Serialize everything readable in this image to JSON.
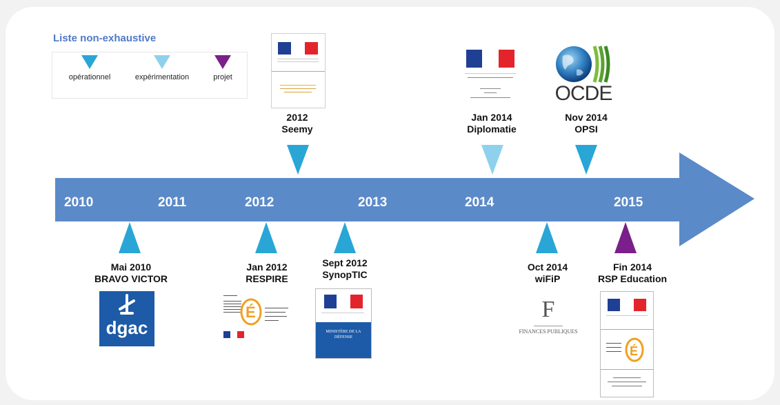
{
  "legend": {
    "title": "Liste non-exhaustive",
    "items": [
      {
        "label": "opérationnel",
        "color": "#29a6d6"
      },
      {
        "label": "expérimentation",
        "color": "#8ed1ec"
      },
      {
        "label": "projet",
        "color": "#7b1f8a"
      }
    ]
  },
  "timeline": {
    "arrow_color": "#5b8ac9",
    "years": [
      "2010",
      "2011",
      "2012",
      "2013",
      "2014",
      "2015"
    ]
  },
  "events_above": [
    {
      "date": "2012",
      "name": "Seemy",
      "status": "opérationnel"
    },
    {
      "date": "Jan 2014",
      "name": "Diplomatie",
      "status": "expérimentation"
    },
    {
      "date": "Nov 2014",
      "name": "OPSI",
      "status": "opérationnel"
    }
  ],
  "events_below": [
    {
      "date": "Mai 2010",
      "name": "BRAVO VICTOR",
      "status": "opérationnel"
    },
    {
      "date": "Jan 2012",
      "name": "RESPIRE",
      "status": "opérationnel"
    },
    {
      "date": "Sept 2012",
      "name": "SynopTIC",
      "status": "opérationnel"
    },
    {
      "date": "Oct 2014",
      "name": "wiFiP",
      "status": "opérationnel"
    },
    {
      "date": "Fin 2014",
      "name": "RSP Education",
      "status": "projet"
    }
  ],
  "logos": {
    "dgac": "dgac",
    "ocde": "OCDE",
    "defense": "MINISTÈRE DE LA DÉFENSE",
    "finances": "FINANCES PUBLIQUES"
  }
}
